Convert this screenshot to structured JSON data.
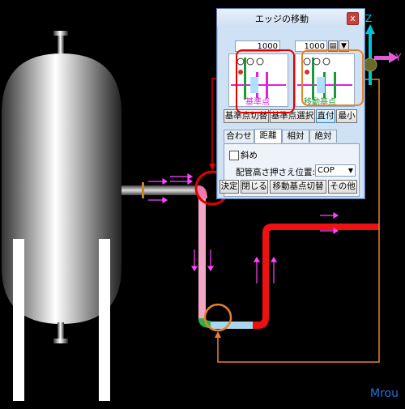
{
  "dialog": {
    "title": "エッジの移動",
    "close_glyph": "x",
    "left_value": "1000",
    "right_value": "1000",
    "dropdown_glyph": "▼",
    "base_point_label": "基準点",
    "move_point_label": "移動基点",
    "buttons": {
      "switch_base": "基準点切替",
      "select_base": "基準点選択",
      "straight": "直付",
      "minimize": "最小"
    },
    "tabs": [
      "合わせ",
      "距離",
      "相対",
      "絶対"
    ],
    "selected_tab": "距離",
    "oblique_label": "斜め",
    "pipe_height_label": "配管高さ押さえ位置:",
    "pipe_height_value": "COP",
    "bottom_buttons": {
      "confirm": "決定",
      "close": "閉じる",
      "switch_move_base": "移動基点切替",
      "other": "その他"
    }
  },
  "axes": {
    "z": "Z",
    "y": "Y"
  },
  "watermark": "Mrou",
  "colors": {
    "pipe_red": "#ee1111",
    "pipe_pink": "#f3a6c6",
    "pipe_light_blue": "#a8d8f0",
    "highlight_red": "#e00000",
    "highlight_orange": "#e8822a",
    "arrow_magenta": "#ff44ff",
    "dialog_bg": "#cfe1f5"
  }
}
